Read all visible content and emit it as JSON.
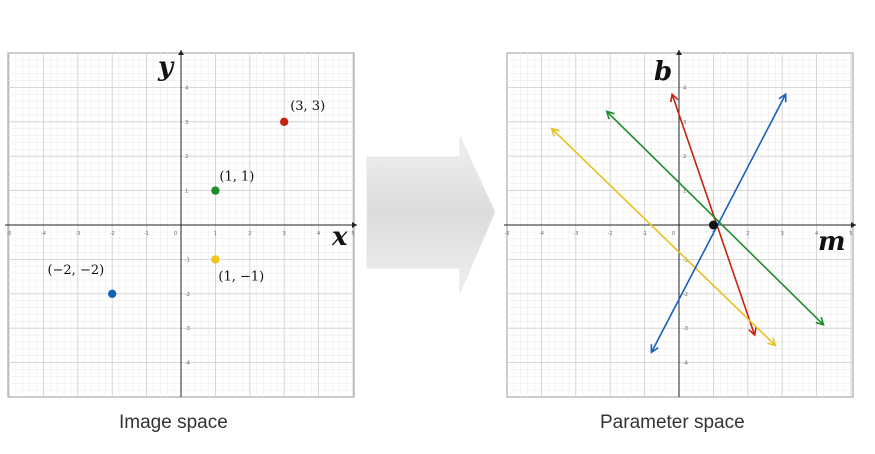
{
  "image_panel": {
    "caption": "Image space",
    "axis_x_label": "x",
    "axis_y_label": "y",
    "range": [
      -5,
      5
    ],
    "tick_labels": [
      "-5",
      "-4",
      "-3",
      "-2",
      "-1",
      "0",
      "1",
      "2",
      "3",
      "4",
      "5"
    ],
    "points": [
      {
        "label": "(3, 3)",
        "x": 3,
        "y": 3,
        "color": "#c8210f"
      },
      {
        "label": "(1, 1)",
        "x": 1,
        "y": 1,
        "color": "#1e8c2e"
      },
      {
        "label": "(1, −1)",
        "x": 1,
        "y": -1,
        "color": "#f0c419"
      },
      {
        "label": "(−2, −2)",
        "x": -2,
        "y": -2,
        "color": "#1560bd"
      }
    ]
  },
  "param_panel": {
    "caption": "Parameter space",
    "axis_x_label": "m",
    "axis_y_label": "b",
    "range": [
      -5,
      5
    ],
    "tick_labels": [
      "-5",
      "-4",
      "-3",
      "-2",
      "-1",
      "0",
      "1",
      "2",
      "3",
      "4",
      "5"
    ],
    "lines": [
      {
        "name": "red",
        "color": "#c8210f",
        "from": [
          -0.2,
          3.8
        ],
        "to": [
          2.2,
          -3.2
        ]
      },
      {
        "name": "green",
        "color": "#1e8c2e",
        "from": [
          -2.1,
          3.3
        ],
        "to": [
          4.2,
          -2.9
        ]
      },
      {
        "name": "yellow",
        "color": "#e8c020",
        "from": [
          -3.7,
          2.8
        ],
        "to": [
          2.8,
          -3.5
        ]
      },
      {
        "name": "blue",
        "color": "#1560bd",
        "from": [
          -0.8,
          -3.7
        ],
        "to": [
          3.1,
          3.8
        ]
      }
    ],
    "intersection": {
      "m": 1,
      "b": 0,
      "color": "#111111"
    }
  },
  "arrow": {
    "color_start": "#d9d9d9",
    "color_end": "#f4f4f4"
  }
}
